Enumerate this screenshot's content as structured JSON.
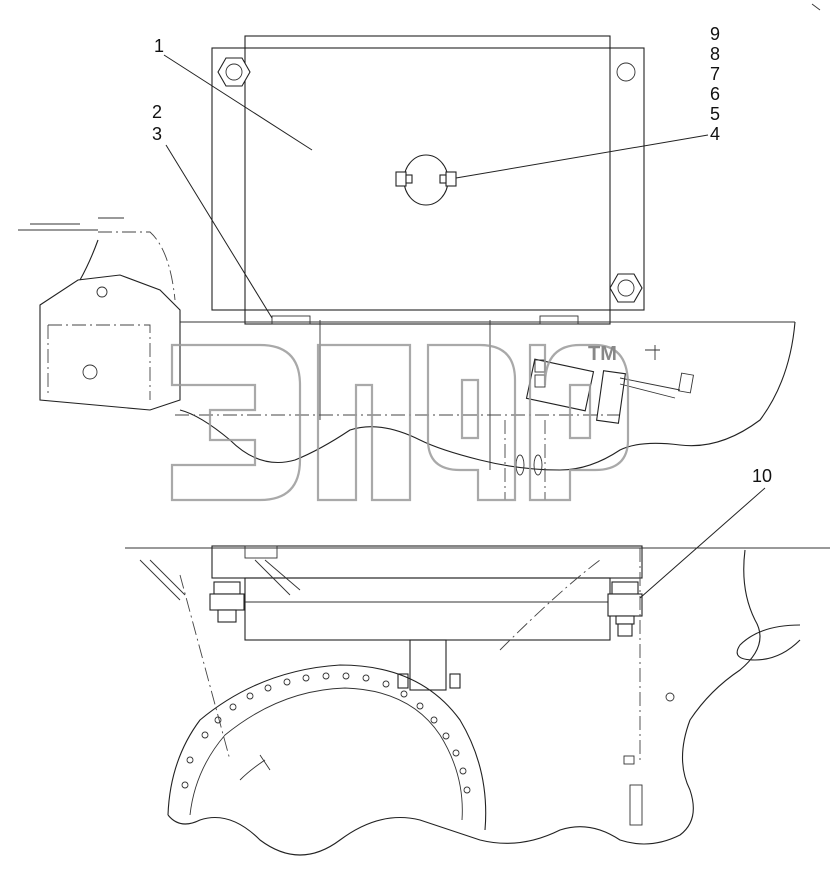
{
  "callouts": {
    "c1": "1",
    "c2": "2",
    "c3": "3",
    "c4": "4",
    "c5": "5",
    "c6": "6",
    "c7": "7",
    "c8": "8",
    "c9": "9",
    "c10": "10"
  },
  "watermark": {
    "trademark": "TM"
  },
  "colors": {
    "line": "#222222",
    "watermark": "#9a9a9a",
    "background": "#ffffff"
  }
}
